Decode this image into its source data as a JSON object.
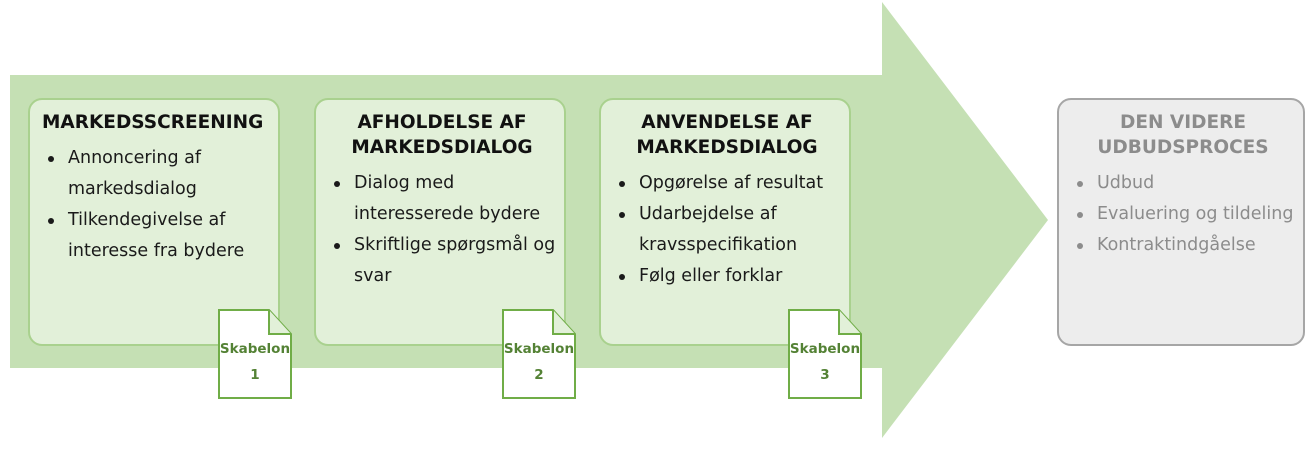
{
  "stages": [
    {
      "title": "MARKEDSSCREENING",
      "items": [
        "Annoncering af markedsdialog",
        "Tilkendegivelse af interesse fra bydere"
      ],
      "doc_label": "Skabelon",
      "doc_number": "1"
    },
    {
      "title": "AFHOLDELSE AF MARKEDSDIALOG",
      "items": [
        "Dialog med interesserede bydere",
        "Skriftlige spørgsmål og svar"
      ],
      "doc_label": "Skabelon",
      "doc_number": "2"
    },
    {
      "title": "ANVENDELSE AF MARKEDSDIALOG",
      "items": [
        "Opgørelse af resultat",
        "Udarbejdelse af kravsspecifikation",
        "Følg eller forklar"
      ],
      "doc_label": "Skabelon",
      "doc_number": "3"
    }
  ],
  "final": {
    "title": "DEN VIDERE UDBUDSPROCES",
    "items": [
      "Udbud",
      "Evaluering og tildeling",
      "Kontraktindgåelse"
    ]
  },
  "colors": {
    "arrow": "#c5e0b4",
    "stage_fill": "#e2f0d9",
    "stage_border": "#a9d18e",
    "doc_stroke": "#70ad47",
    "doc_text": "#548235",
    "final_fill": "#ededed",
    "final_border": "#a6a6a6",
    "final_text": "#8c8c8c"
  }
}
